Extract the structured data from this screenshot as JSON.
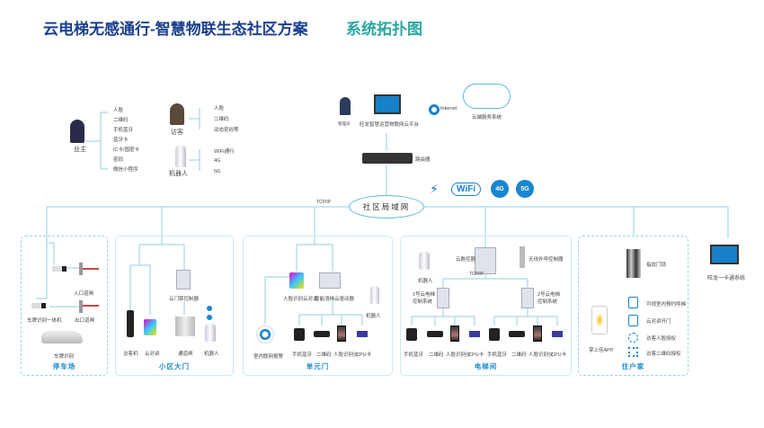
{
  "header": {
    "title": "云电梯无感通行-智慧物联生态社区方案",
    "subtitle": "系统拓扑图"
  },
  "top": {
    "owner": {
      "label": "业主",
      "items": [
        "人脸",
        "二维码",
        "手机蓝牙",
        "蓝牙卡",
        "IC卡/国密卡",
        "密码",
        "微信小程序"
      ]
    },
    "visitor": {
      "label": "访客",
      "items": [
        "人脸",
        "二维码",
        "动态密码等"
      ]
    },
    "robot": {
      "label": "机器人",
      "items": [
        "WIFI通行",
        "4G",
        "5G"
      ]
    },
    "admin": "管理员",
    "platform": "旺龙智慧运营物联网云平台",
    "internet": "Internet",
    "cloud": "云端服务系统",
    "router": "路由器",
    "wifi": "WiFi",
    "g4": "4G",
    "g5": "5G",
    "lan": "社区局域网",
    "tcp": "TCP/IP"
  },
  "zones": {
    "parking": {
      "label": "停车场",
      "entry": "入口道闸",
      "lpr": "车牌识别一体机",
      "exit": "出口道闸",
      "car": "车牌识别"
    },
    "gate": {
      "label": "小区大门",
      "controller": "云门禁控制器",
      "visitor_machine": "访客机",
      "intercom": "云对讲",
      "turnstile": "通道闸",
      "robot": "机器人"
    },
    "unit": {
      "label": "单元门",
      "face_intercom": "人脸识别云对讲",
      "door_driver": "智能消梯云驱动器",
      "robot": "机器人",
      "alarm": "室内联网报警",
      "items": [
        "手机蓝牙",
        "二维码",
        "人脸识别仪",
        "CPU卡"
      ]
    },
    "elevator": {
      "label": "电梯间",
      "robot": "机器人",
      "cloud_ctrl": "云数控器",
      "wireless": "无线外呼控制器",
      "tcp": "TCP/IP",
      "sys1": "1号云电梯控制系统",
      "sys2": "2号云电梯控制系统",
      "items": [
        "手机蓝牙",
        "二维码",
        "人脸识别仪",
        "CPU卡"
      ]
    },
    "home": {
      "label": "住户家",
      "lock": "指纹门锁",
      "app": "掌上佳APP",
      "items": [
        "可视室内预约呼梯",
        "云对讲开门",
        "访客人脸授权",
        "访客二维码授权"
      ]
    },
    "card_system": "旺龙一卡通系统"
  }
}
